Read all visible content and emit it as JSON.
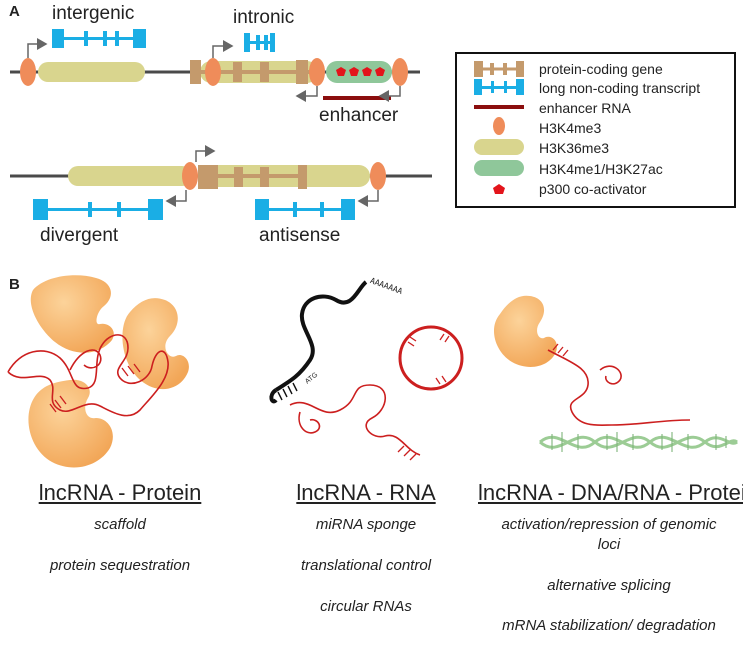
{
  "panel_a": {
    "letter": "A",
    "labels": {
      "intergenic": "intergenic",
      "intronic": "intronic",
      "enhancer": "enhancer",
      "divergent": "divergent",
      "antisense": "antisense"
    },
    "legend": [
      {
        "label": "protein-coding gene",
        "symbol": "protein-coding-gene-symbol",
        "color": "#c49a6c"
      },
      {
        "label": "long non-coding transcript",
        "symbol": "lncrna-transcript-symbol",
        "color": "#1aaee5"
      },
      {
        "label": "enhancer RNA",
        "symbol": "enhancer-rna-symbol",
        "color": "#8b0e0e"
      },
      {
        "label": "H3K4me3",
        "symbol": "h3k4me3-symbol",
        "color": "#ef8c5a"
      },
      {
        "label": "H3K36me3",
        "symbol": "h3k36me3-symbol",
        "color": "#d9d58e"
      },
      {
        "label": "H3K4me1/H3K27ac",
        "symbol": "h3k4me1-h3k27ac-symbol",
        "color": "#8fc79a"
      },
      {
        "label": "p300 co-activator",
        "symbol": "p300-symbol",
        "color": "#e3141b"
      }
    ]
  },
  "panel_b": {
    "letter": "B",
    "columns": [
      {
        "title": "lncRNA - Protein",
        "items": [
          "scaffold",
          "protein sequestration"
        ]
      },
      {
        "title": "lncRNA - RNA",
        "items": [
          "miRNA sponge",
          "translational control",
          "circular RNAs"
        ],
        "annotations": {
          "poly_a": "AAAAAAA",
          "start_codon": "ATG"
        }
      },
      {
        "title": "lncRNA - DNA/RNA - Protein",
        "items": [
          "activation/repression of genomic loci",
          "alternative splicing",
          "mRNA stabilization/ degradation"
        ]
      }
    ]
  },
  "colors": {
    "chromatin_line": "#4a4a4a",
    "arrow": "#666666",
    "lncrna": "#1aaee5",
    "gene": "#c49a6c",
    "h3k4me3": "#ef8c5a",
    "h3k36me3": "#d9d58e",
    "enhancer_mark": "#8fc79a",
    "p300": "#e3141b",
    "enhancer_rna": "#8b0e0e",
    "protein": "#f7b36b",
    "rna": "#cc1f1f",
    "dna": "#9ccc95"
  }
}
